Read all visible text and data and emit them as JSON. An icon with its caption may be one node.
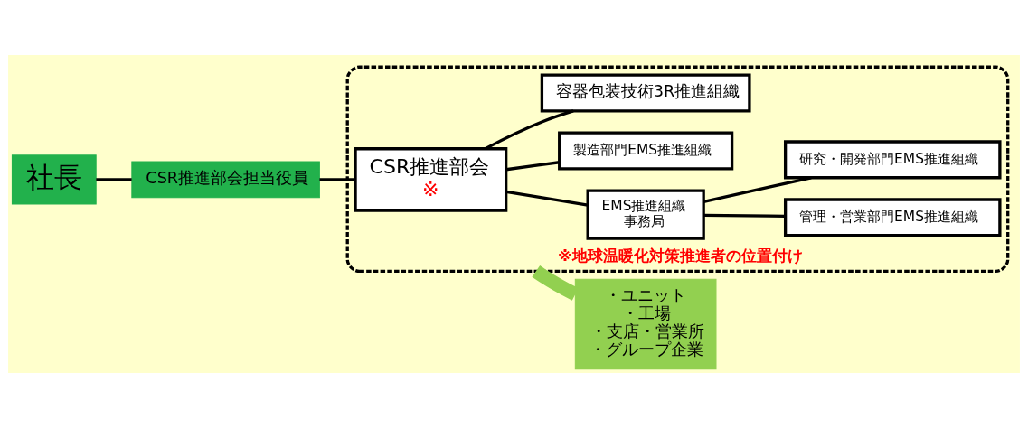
{
  "diagram": {
    "nodes": [
      {
        "text": [
          "社長"
        ]
      },
      {
        "text": [
          "CSR推進部会担当役員"
        ]
      },
      {
        "text": [
          "※地球温暖化対策推進者の位置付け"
        ]
      },
      {
        "text": [
          "CSR推進部会",
          "※"
        ],
        "in": 2
      },
      {
        "text": [
          "EMS推進組織",
          "事務局"
        ],
        "in": 2
      },
      {
        "text": [
          "製造部門EMS推進組織"
        ],
        "in": 2
      },
      {
        "text": [
          "管理・営業部門EMS推進組織"
        ],
        "in": 2
      },
      {
        "text": [
          "研究・開発部門EMS推進組織"
        ],
        "in": 2
      },
      {
        "text": [
          "容器包装技術3R推進組織"
        ],
        "in": 2
      },
      {
        "text": [
          "・ユニット",
          "・工場",
          "・支店・営業所",
          "・グループ企業"
        ]
      }
    ],
    "edges": [
      {
        "from": 0,
        "to": 1,
        "arrow": "none"
      },
      {
        "from": 1,
        "to": 3,
        "arrow": "none"
      },
      {
        "from": 3,
        "to": 5,
        "arrow": "none"
      },
      {
        "from": 3,
        "to": 4,
        "arrow": "none"
      },
      {
        "from": 3,
        "to": 8,
        "arrow": "none"
      },
      {
        "from": 4,
        "to": 6,
        "arrow": "none"
      },
      {
        "from": 4,
        "to": 7,
        "arrow": "none"
      },
      {
        "from": 2,
        "to": 9,
        "arrow": "none",
        "style": "thick",
        "color": "#92d050"
      }
    ]
  }
}
